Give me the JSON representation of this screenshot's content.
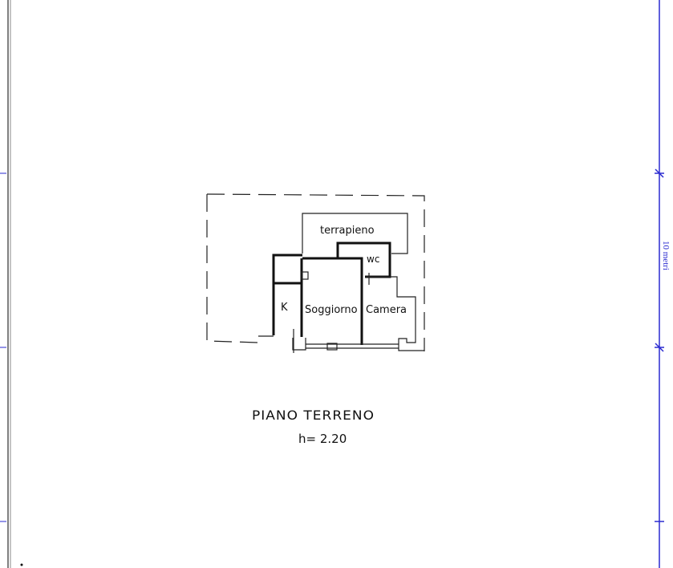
{
  "plan": {
    "rooms": {
      "terrapieno": "terrapieno",
      "wc": "wc",
      "kitchen": "K",
      "soggiorno": "Soggiorno",
      "camera": "Camera"
    },
    "title": "PIANO TERRENO",
    "height": "h= 2.20"
  },
  "scale": {
    "label": "10 metri",
    "length_m": 10
  },
  "colors": {
    "scale": "#2a2ad0",
    "ink": "#111111"
  }
}
